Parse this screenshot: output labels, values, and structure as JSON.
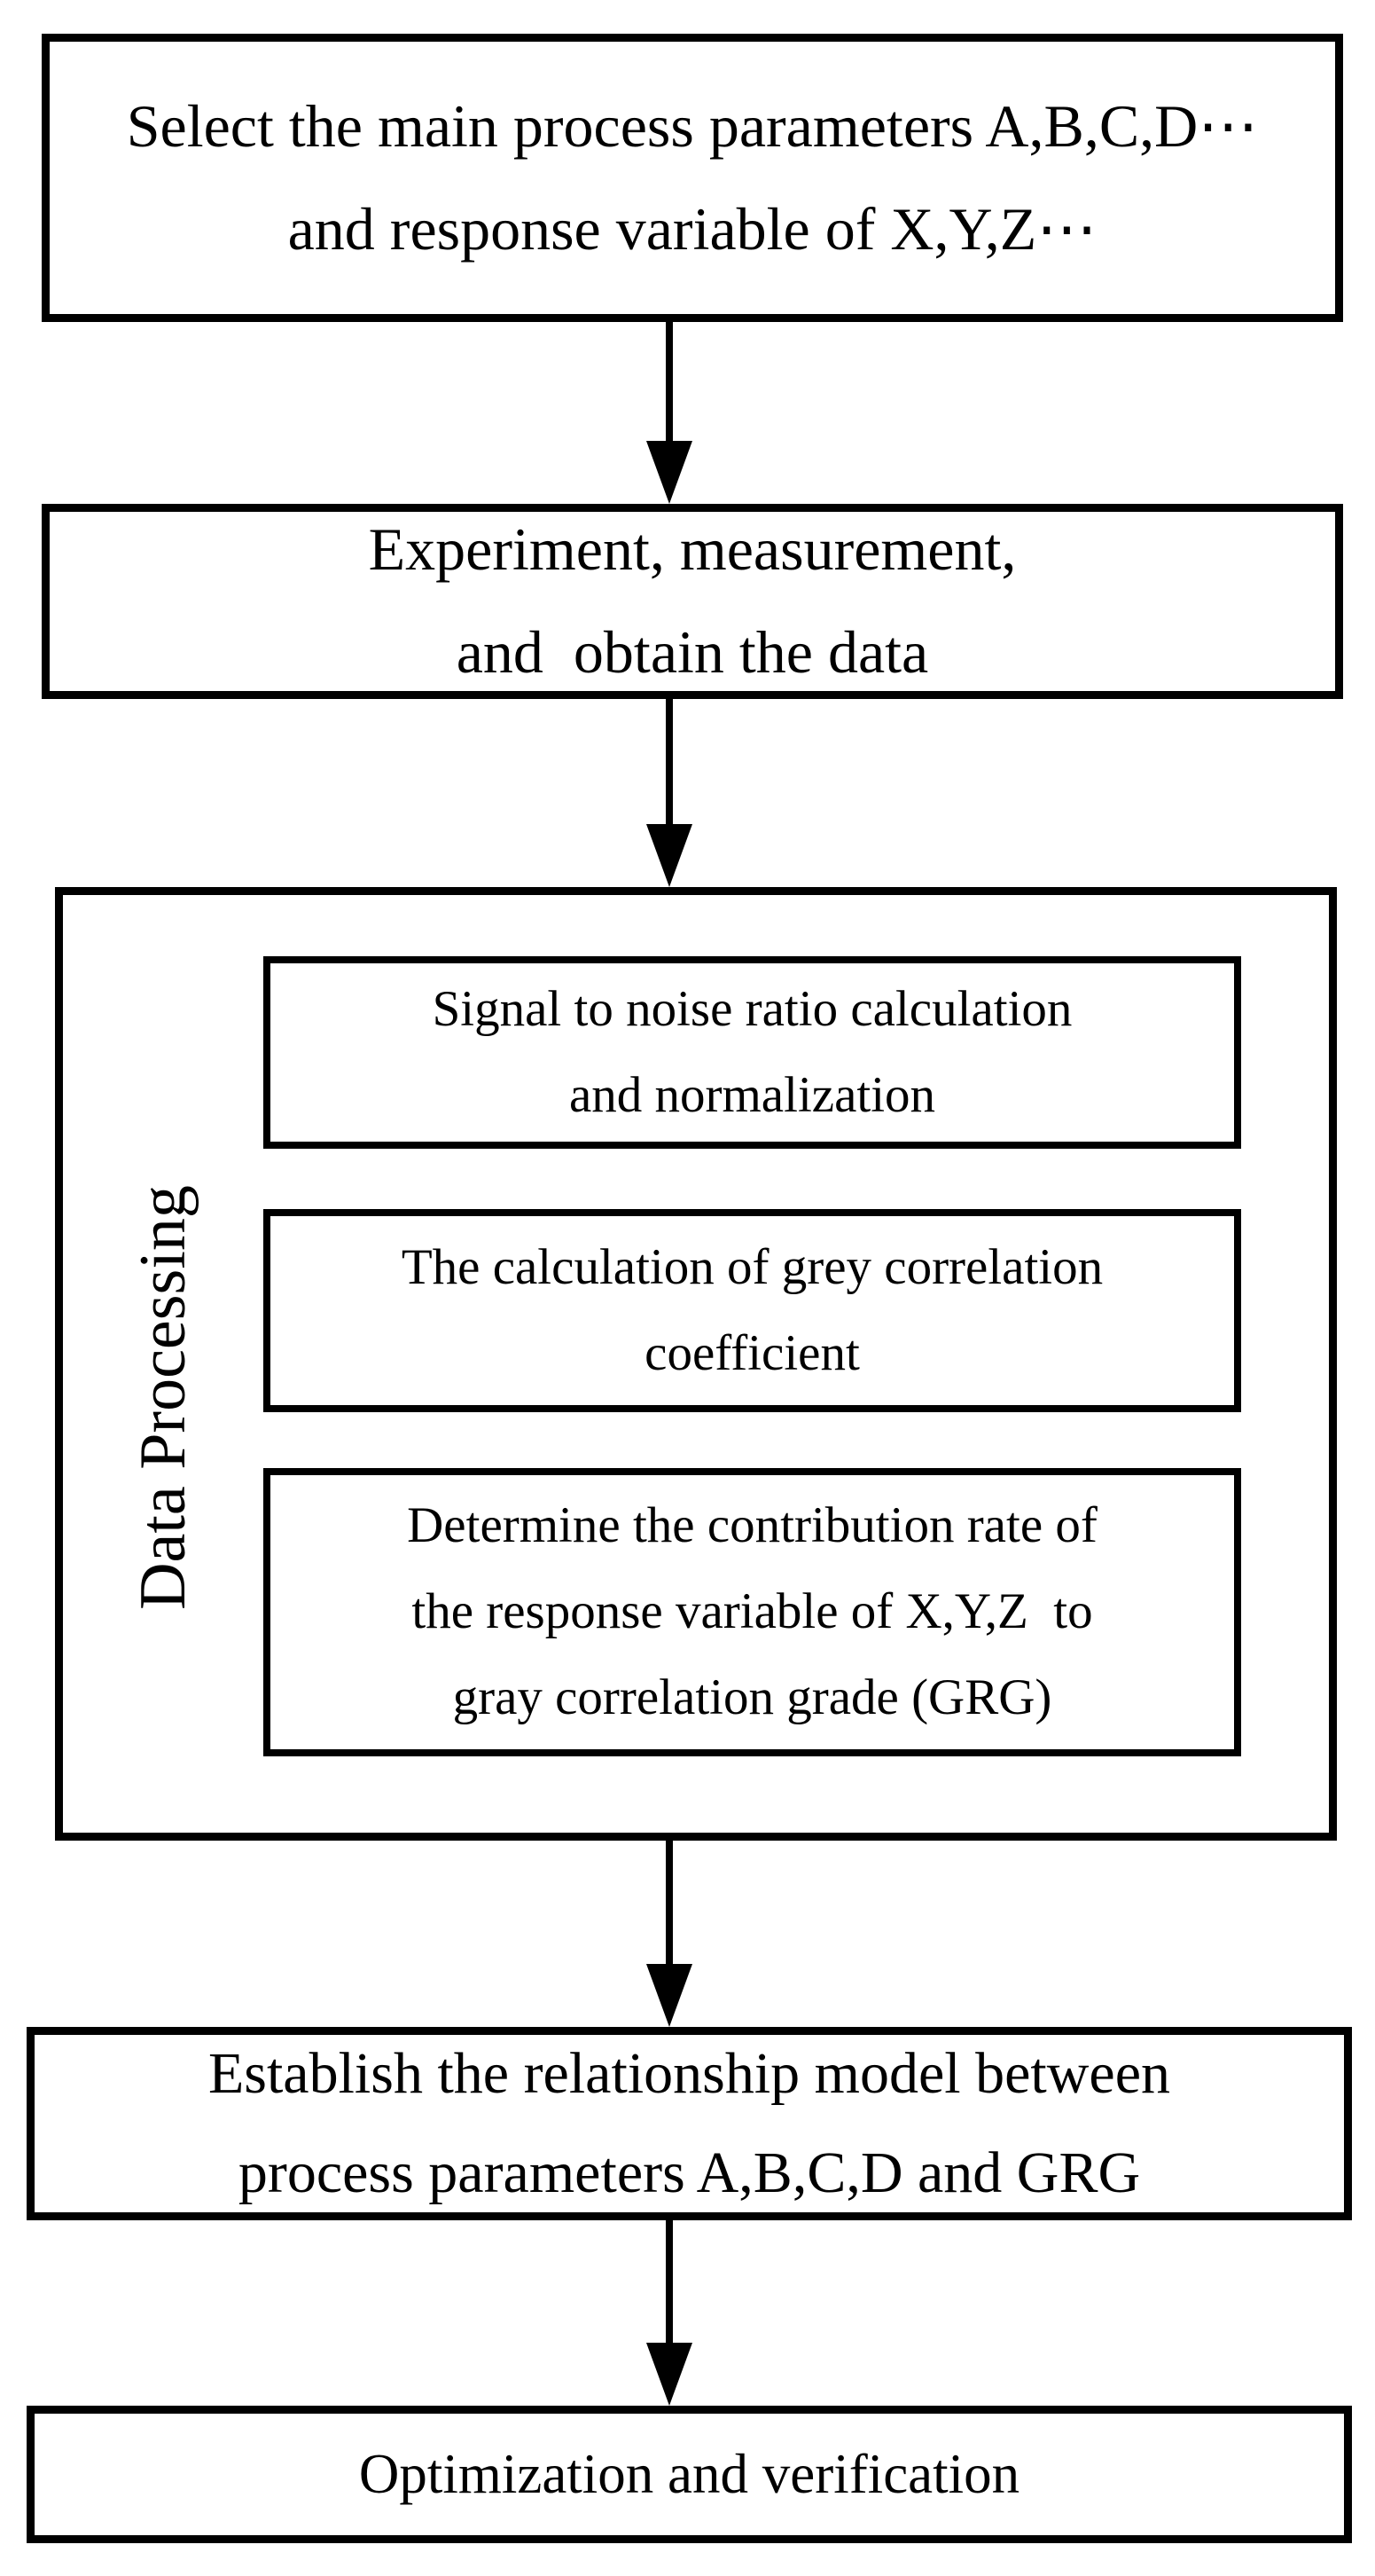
{
  "figure": {
    "type": "flowchart",
    "background_color": "#ffffff",
    "line_color": "#000000",
    "text_color": "#000000"
  },
  "flowchart": {
    "box_select": {
      "lines": [
        "Select the main process parameters A,B,C,D⋯",
        "and response variable of X,Y,Z⋯"
      ]
    },
    "box_experiment": {
      "lines": [
        "Experiment, measurement,",
        "and  obtain the data"
      ]
    },
    "data_processing": {
      "label": "Data Processing",
      "box_snr": {
        "lines": [
          "Signal to noise ratio calculation",
          "and normalization"
        ]
      },
      "box_grey_coefficient": {
        "lines": [
          "The calculation of grey correlation",
          "coefficient"
        ]
      },
      "box_contribution": {
        "lines": [
          "Determine the contribution rate of",
          "the response variable of X,Y,Z  to",
          "gray correlation grade (GRG)"
        ]
      }
    },
    "box_establish": {
      "lines": [
        "Establish the relationship model between",
        "process parameters A,B,C,D and GRG"
      ]
    },
    "box_optimization": {
      "lines": [
        "Optimization and verification"
      ]
    }
  }
}
